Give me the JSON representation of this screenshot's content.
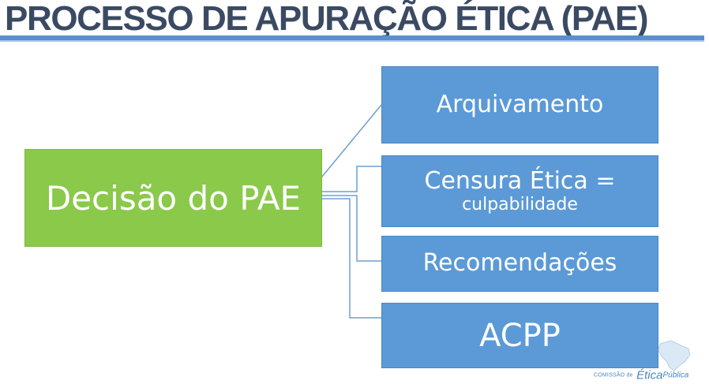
{
  "slide": {
    "title": "PROCESSO DE APURAÇÃO ÉTICA (PAE)"
  },
  "diagram": {
    "source": {
      "label": "Decisão do PAE"
    },
    "outcomes": [
      {
        "label": "Arquivamento"
      },
      {
        "label": "Censura Ética =",
        "sublabel": "culpabilidade"
      },
      {
        "label": "Recomendações"
      },
      {
        "label": "ACPP"
      }
    ]
  },
  "logo": {
    "small_text": "COMISSÃO de",
    "brand_big": "Ética",
    "brand_mid": "Pública"
  },
  "colors": {
    "title": "#3b4a63",
    "rule": "#5a8fcf",
    "source_box": "#8ac94a",
    "outcome_box": "#5b9ad6",
    "connector": "#6f9fd0"
  }
}
